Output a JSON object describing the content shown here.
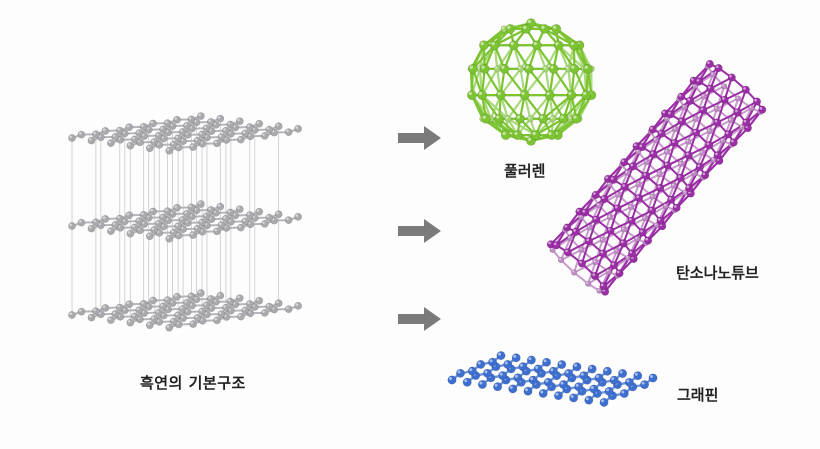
{
  "labels": {
    "graphite": "흑연의 기본구조",
    "fullerene": "풀러렌",
    "nanotube": "탄소나노튜브",
    "graphene": "그래핀"
  },
  "colors": {
    "graphite_atom": "#a9a9ae",
    "graphite_bond": "#b5b5ba",
    "fullerene": "#7cc431",
    "nanotube": "#9b2ea6",
    "graphene": "#3d6fd1",
    "arrow": "#7b7b7b"
  },
  "arrows": [
    "arrow-to-fullerene",
    "arrow-to-nanotube",
    "arrow-to-graphene"
  ]
}
